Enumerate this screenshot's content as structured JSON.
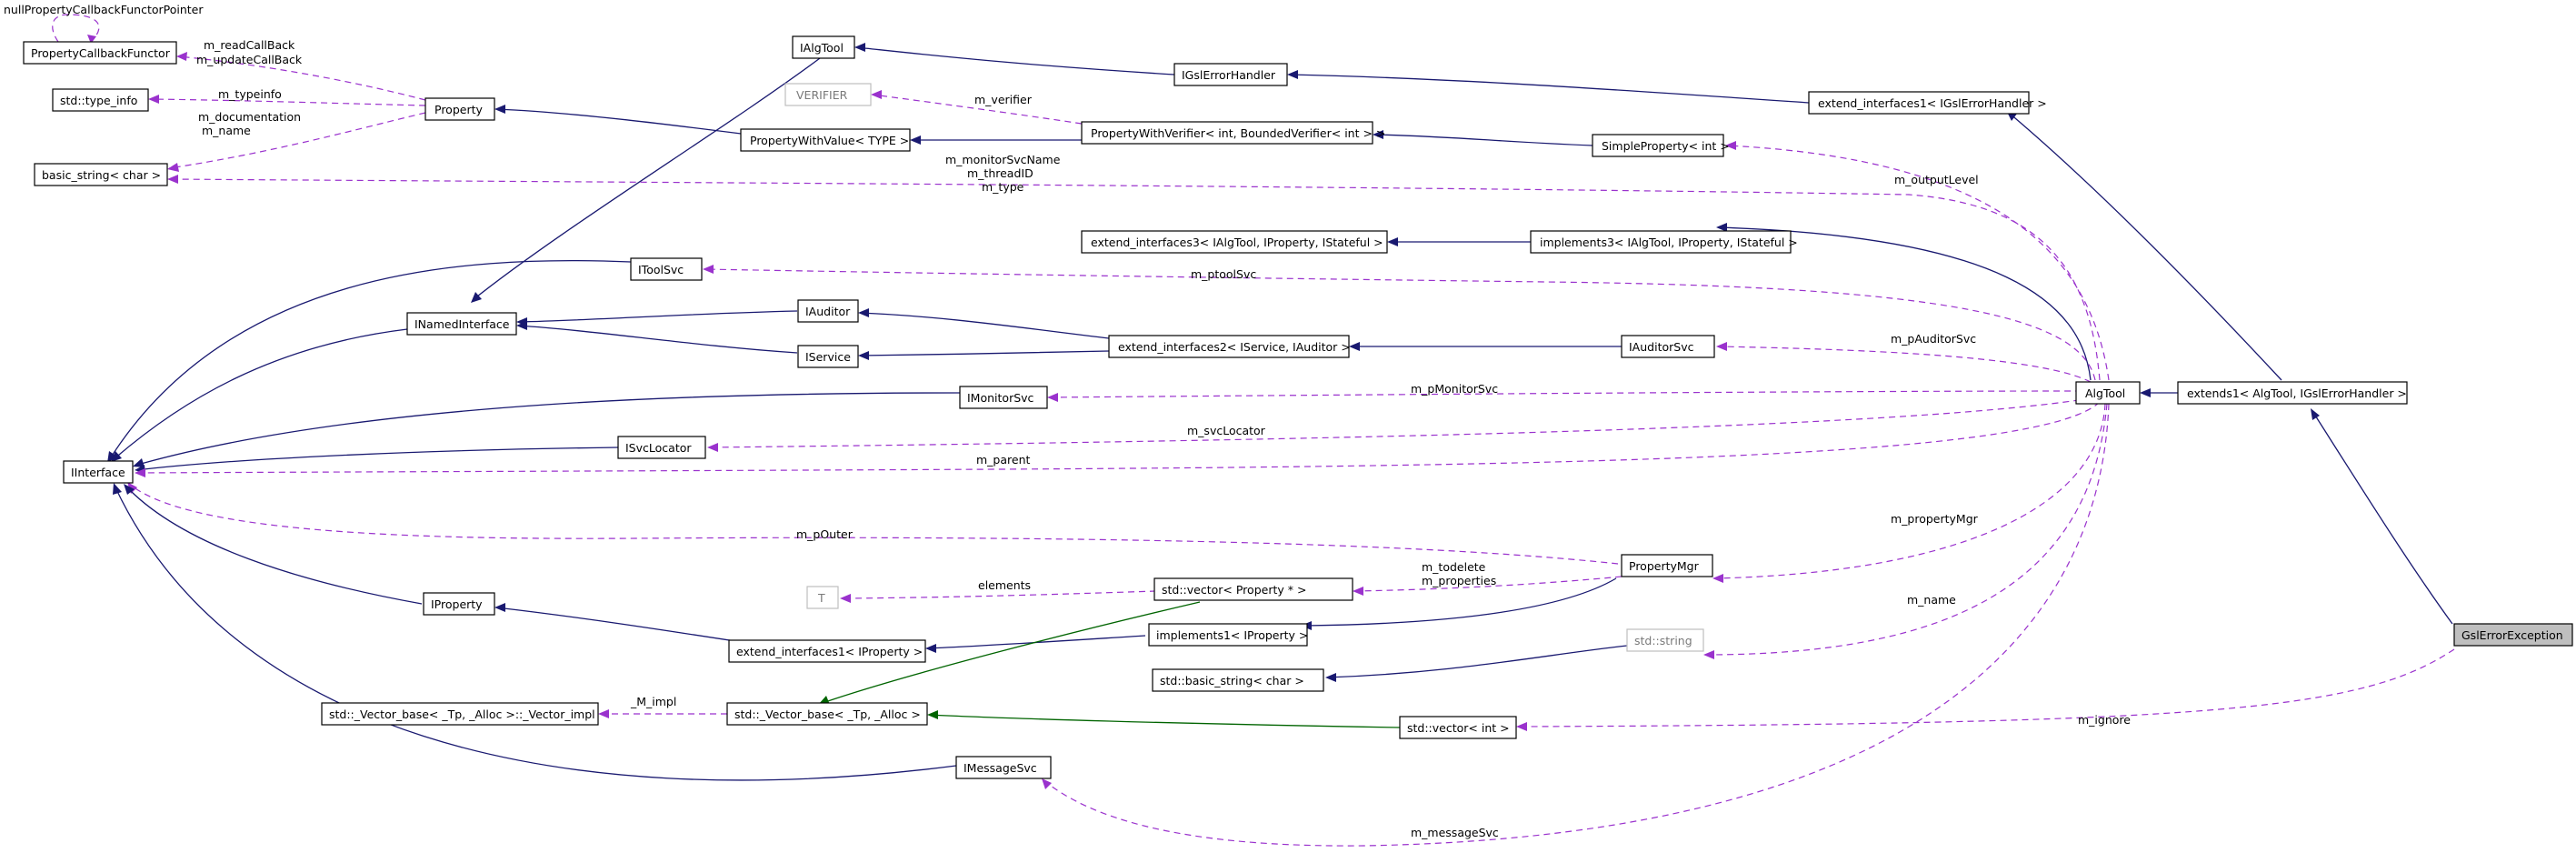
{
  "nodes": {
    "null_property_callback_functor_pointer": "nullPropertyCallbackFunctorPointer",
    "property_callback_functor": "PropertyCallbackFunctor",
    "std_type_info": "std::type_info",
    "basic_string_char": "basic_string< char >",
    "property": "Property",
    "ialgtool": "IAlgTool",
    "igsl_error_handler": "IGslErrorHandler",
    "extend_interfaces1_igsl": "extend_interfaces1< IGslErrorHandler >",
    "verifier": "VERIFIER",
    "property_with_value": "PropertyWithValue< TYPE >",
    "property_with_verifier": "PropertyWithVerifier< int, BoundedVerifier< int > >",
    "simple_property_int": "SimpleProperty< int >",
    "extend_interfaces3": "extend_interfaces3< IAlgTool, IProperty, IStateful >",
    "implements3": "implements3< IAlgTool, IProperty, IStateful >",
    "itoolsvc": "IToolSvc",
    "inamedinterface": "INamedInterface",
    "iauditor": "IAuditor",
    "iservice": "IService",
    "extend_interfaces2": "extend_interfaces2< IService, IAuditor >",
    "iauditorsvc": "IAuditorSvc",
    "algtool": "AlgTool",
    "extends1": "extends1< AlgTool, IGslErrorHandler >",
    "imonitorsvc": "IMonitorSvc",
    "iinterface": "IInterface",
    "isvclocator": "ISvcLocator",
    "property_mgr": "PropertyMgr",
    "gsl_error_exception": "GslErrorException",
    "t": "T",
    "std_vector_property_ptr": "std::vector< Property * >",
    "iproperty": "IProperty",
    "implements1_iproperty": "implements1< IProperty >",
    "extend_interfaces1_iproperty": "extend_interfaces1< IProperty >",
    "std_string": "std::string",
    "std_basic_string_char": "std::basic_string< char >",
    "vector_impl": "std::_Vector_base< _Tp, _Alloc >::_Vector_impl",
    "vector_base": "std::_Vector_base< _Tp, _Alloc >",
    "std_vector_int": "std::vector< int >",
    "imessagesvc": "IMessageSvc"
  },
  "edge_labels": {
    "m_read_callback": "m_readCallBack",
    "m_update_callback": "m_updateCallBack",
    "m_typeinfo": "m_typeinfo",
    "m_documentation": "m_documentation",
    "m_name": "m_name",
    "m_verifier": "m_verifier",
    "m_output_level": "m_outputLevel",
    "m_monitor_svc_name": "m_monitorSvcName",
    "m_thread_id": "m_threadID",
    "m_type": "m_type",
    "m_ptoolsvc": "m_ptoolSvc",
    "m_pauditorsvc": "m_pAuditorSvc",
    "m_pmonitorsvc": "m_pMonitorSvc",
    "m_svclocator": "m_svcLocator",
    "m_parent": "m_parent",
    "m_pouter": "m_pOuter",
    "m_propertymgr": "m_propertyMgr",
    "elements": "elements",
    "m_todelete": "m_todelete",
    "m_properties": "m_properties",
    "m_name_algtool": "m_name",
    "m_impl": "_M_impl",
    "m_ignore": "m_ignore",
    "m_messagesvc": "m_messageSvc"
  },
  "colors": {
    "inheritance_edge": "#191970",
    "template_edge": "#006400",
    "member_edge": "#9a32cd",
    "focus_node_fill": "#bfbfbf",
    "node_border": "#000000",
    "undocumented_node_border": "#bfbfbf"
  }
}
